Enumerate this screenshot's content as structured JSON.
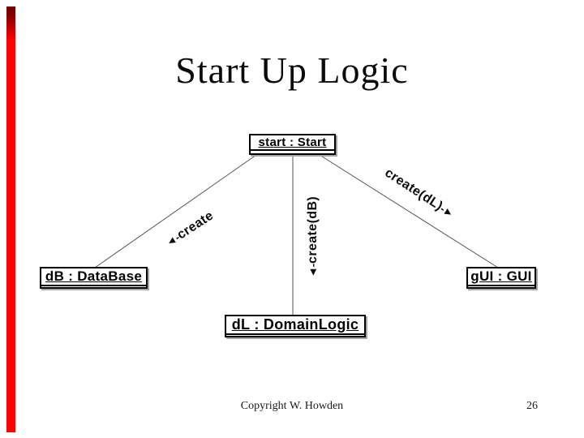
{
  "slide": {
    "title": "Start Up Logic",
    "footer": "Copyright W. Howden",
    "page_number": "26",
    "accent_bar_color_top": "#8f0000",
    "accent_bar_color_main": "#ff0101"
  },
  "diagram": {
    "nodes": [
      {
        "id": "start",
        "label": "start : Start"
      },
      {
        "id": "dB",
        "label": "dB : DataBase"
      },
      {
        "id": "gUI",
        "label": "gUI : GUI"
      },
      {
        "id": "dL",
        "label": "dL : DomainLogic"
      }
    ],
    "connectors": [
      {
        "id": "create",
        "from": "start",
        "to": "dB",
        "label": "create",
        "arrow_before": "◄-",
        "arrow_after": ""
      },
      {
        "id": "create-db",
        "from": "start",
        "to": "dL",
        "label": "create(dB)",
        "arrow_before": "◄-",
        "arrow_after": ""
      },
      {
        "id": "create-dl",
        "from": "start",
        "to": "gUI",
        "label": "create(dL)",
        "arrow_before": "",
        "arrow_after": "-►"
      }
    ]
  }
}
